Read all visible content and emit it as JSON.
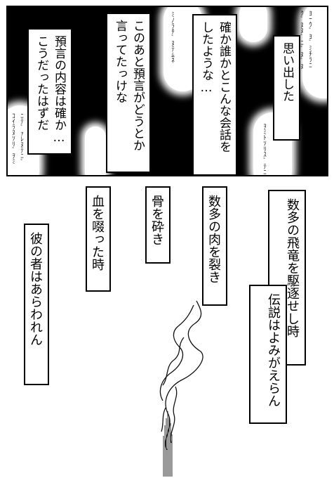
{
  "top_panel": {
    "bubble_1": [
      "思い出した"
    ],
    "bubble_2": [
      "確か誰かとこんな会話を",
      "したような…"
    ],
    "bubble_3": [
      "このあと預言がどうとか",
      "言ってたっけな"
    ],
    "bubble_4": [
      "預言の内容は確か…",
      "こうだったはずだ"
    ],
    "scribbles": [
      "ﾖｰｳﾞﾖﾞﾐﾁﾗﾆ",
      "ｸﾞﾇﾇﾞﾆﾞﾇﾞﾇ",
      "ﾐﾉﾗﾁﾞﾇﾃﾑﾈ",
      "ｦﾐﾄｿﾘｽﾞﾃﾆﾃﾞ",
      "ﾆﾃﾞｧﾚﾇﾃﾆﾞ",
      "ｺｲﾗﾇｿﾘﾞｦﾐ"
    ]
  },
  "bottom_panel": {
    "bubble_a": [
      "数多の飛竜を駆逐せし時",
      "伝説はよみがえらん"
    ],
    "bubble_b": [
      "数多の肉を裂き"
    ],
    "bubble_c": [
      "骨を砕き"
    ],
    "bubble_d": [
      "血を啜った時"
    ],
    "bubble_e": [
      "彼の者はあらわれん"
    ]
  }
}
